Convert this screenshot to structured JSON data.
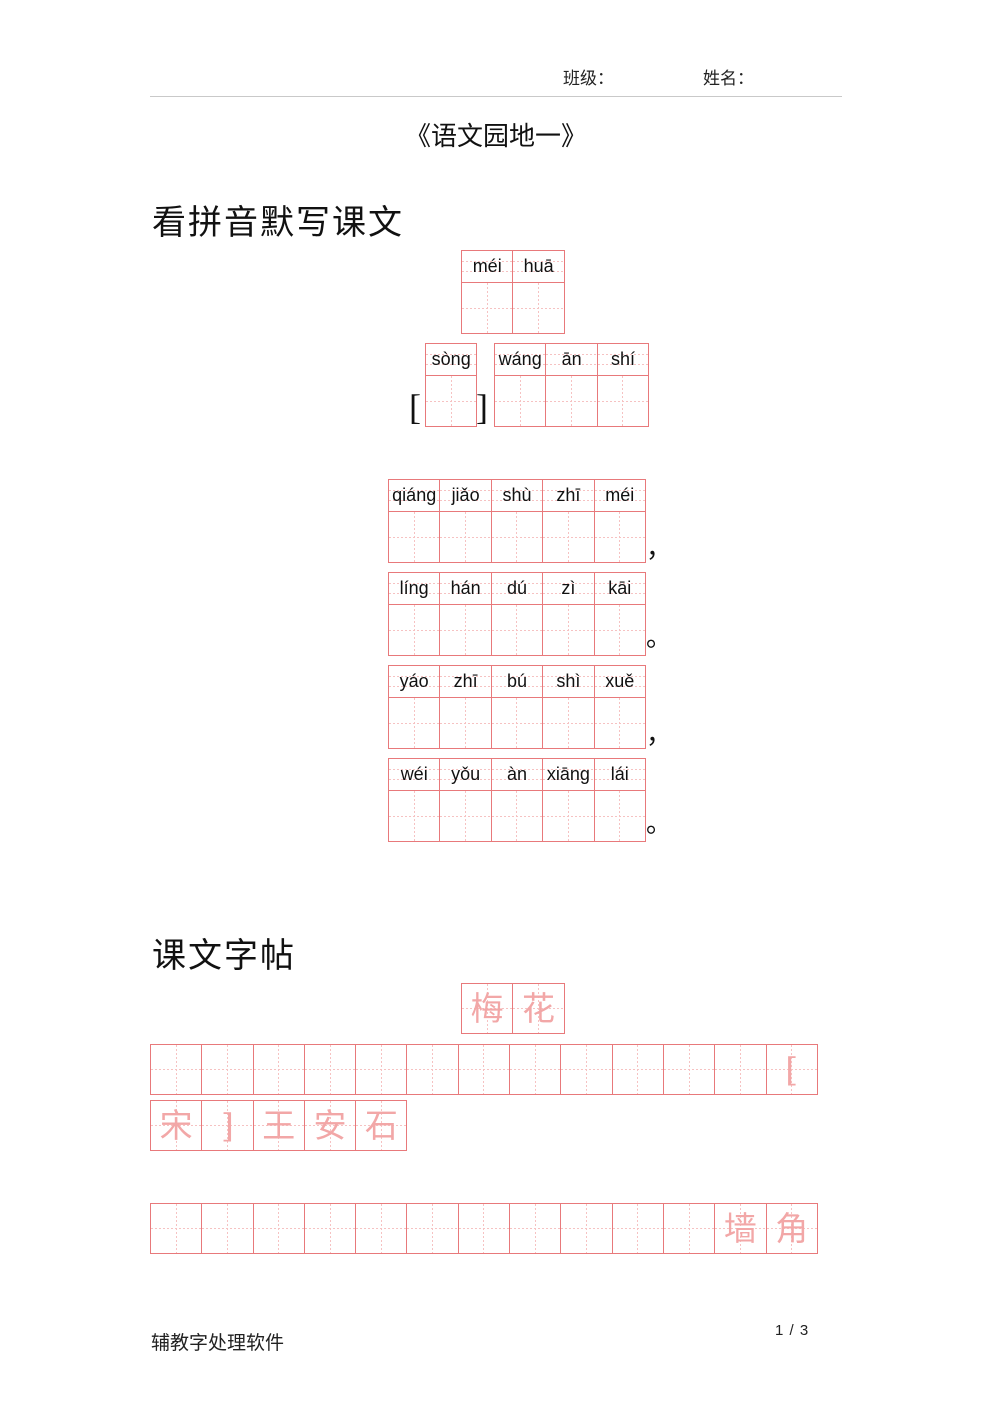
{
  "header": {
    "class_label": "班级：",
    "name_label": "姓名："
  },
  "title": "《语文园地一》",
  "section_pinyin": {
    "heading": "看拼音默写课文",
    "poem_title": {
      "pinyin": [
        "méi",
        "huā"
      ]
    },
    "dynasty": {
      "pinyin": [
        "sòng"
      ],
      "open_bracket": "[",
      "close_bracket": "]"
    },
    "author": {
      "pinyin": [
        "wáng",
        "ān",
        "shí"
      ]
    },
    "lines": [
      {
        "pinyin": [
          "qiáng",
          "jiǎo",
          "shù",
          "zhī",
          "méi"
        ],
        "punct": "，"
      },
      {
        "pinyin": [
          "líng",
          "hán",
          "dú",
          "zì",
          "kāi"
        ],
        "punct": "。"
      },
      {
        "pinyin": [
          "yáo",
          "zhī",
          "bú",
          "shì",
          "xuě"
        ],
        "punct": "，"
      },
      {
        "pinyin": [
          "wéi",
          "yǒu",
          "àn",
          "xiāng",
          "lái"
        ],
        "punct": "。"
      }
    ]
  },
  "section_copybook": {
    "heading": "课文字帖",
    "poem_title": [
      "梅",
      "花"
    ],
    "row1_trace": [
      "["
    ],
    "row2_trace": [
      "宋",
      "]",
      "王",
      "安",
      "石"
    ],
    "row3_trace": [
      "墙",
      "角"
    ]
  },
  "footer": {
    "software": "辅教字处理软件",
    "page": "1 / 3"
  },
  "colors": {
    "grid": "#e8797b",
    "guide": "#f6c2c2",
    "trace": "#f2a7a7"
  }
}
